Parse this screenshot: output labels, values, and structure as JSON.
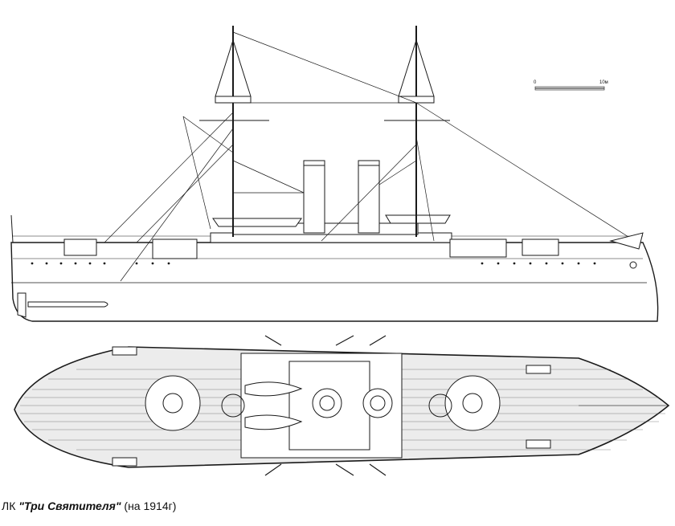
{
  "caption": {
    "prefix": "ЛК ",
    "ship_name": "\"Три Святителя\"",
    "suffix": " (на 1914г)"
  },
  "scale_bar": {
    "start_label": "0",
    "end_label": "10м"
  },
  "colors": {
    "ink": "#1a1a1a",
    "paper": "#ffffff",
    "deck": "#ececec"
  }
}
